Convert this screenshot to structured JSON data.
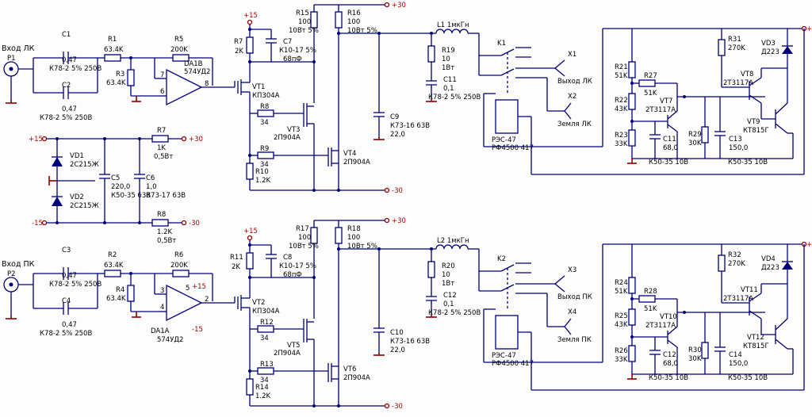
{
  "colors": {
    "wire": "#00007a",
    "ground": "#8b0000",
    "background": "#fdfdfd"
  },
  "top": {
    "input": {
      "label": "Вход ЛК",
      "connector": "P1"
    },
    "c1": [
      "C1",
      "0,47",
      "К78-2 5% 250В"
    ],
    "c2": [
      "C2",
      "0,47",
      "К78-2 5% 250В"
    ],
    "r1": [
      "R1",
      "63.4K"
    ],
    "r3": [
      "R3",
      "63.4K"
    ],
    "r5": [
      "R5",
      "200K"
    ],
    "opamp": [
      "DA1B",
      "574УД2"
    ],
    "pins": [
      "7",
      "6",
      "8"
    ],
    "r7": [
      "R7",
      "2K"
    ],
    "c7": [
      "C7",
      "К10-17 5%",
      "68пФ"
    ],
    "r15": [
      "R15",
      "100",
      "10Вт 5%"
    ],
    "r16": [
      "R16",
      "100",
      "10Вт 5%"
    ],
    "vt1": [
      "VT1",
      "КП304А"
    ],
    "r8": [
      "R8",
      "34"
    ],
    "vt3": [
      "VT3",
      "2П904А"
    ],
    "r9": [
      "R9",
      "34"
    ],
    "vt4": [
      "VT4",
      "2П904А"
    ],
    "r10": [
      "R10",
      "1.2K"
    ],
    "c9": [
      "C9",
      "К73-16 63В",
      "22,0"
    ],
    "l1": "L1  1мкГн",
    "r19": [
      "R19",
      "10",
      "1Вт"
    ],
    "c11": [
      "C11",
      "0,1",
      "К78-2 5% 250В"
    ],
    "k": [
      "K1",
      "РЭС-47",
      "РФ4500 417"
    ],
    "x1": [
      "X1",
      "Выход ЛК"
    ],
    "x2": [
      "X2",
      "Земля ЛК"
    ],
    "r21": [
      "R21",
      "51K"
    ],
    "r22": [
      "R22",
      "43K"
    ],
    "r23": [
      "R23",
      "33K"
    ],
    "r27": [
      "R27",
      "51K"
    ],
    "vt7": [
      "VT7",
      "2Т3117А"
    ],
    "c_el": [
      "C11",
      "68,0",
      "К50-35 10В"
    ],
    "r29": [
      "R29",
      "30K"
    ],
    "c13": [
      "C13",
      "150,0",
      "К50-35 10В"
    ],
    "r31": [
      "R31",
      "270K"
    ],
    "vd": [
      "VD3",
      "Д223"
    ],
    "vt8": [
      "VT8",
      "2Т3117А"
    ],
    "vt9": [
      "VT9",
      "КТ815Г"
    ]
  },
  "bottom": {
    "input": {
      "label": "Вход ПК",
      "connector": "P2"
    },
    "c1": [
      "C3",
      "0,47",
      "К78-2 5% 250В"
    ],
    "c2": [
      "C4",
      "0,47",
      "К78-2 5% 250В"
    ],
    "r1": [
      "R2",
      "63.4K"
    ],
    "r3": [
      "R4",
      "63.4K"
    ],
    "r5": [
      "R6",
      "200K"
    ],
    "opamp": [
      "DA1A",
      "574УД2"
    ],
    "pins": [
      "3",
      "4",
      "2",
      "5",
      "+15",
      "-15"
    ],
    "r7": [
      "R11",
      "2K"
    ],
    "c7": [
      "C8",
      "К10-17 5%",
      "68пФ"
    ],
    "r15": [
      "R17",
      "100",
      "10Вт 5%"
    ],
    "r16": [
      "R18",
      "100",
      "10Вт 5%"
    ],
    "vt1": [
      "VT2",
      "КП304А"
    ],
    "r8": [
      "R12",
      "34"
    ],
    "vt3": [
      "VT5",
      "2П904А"
    ],
    "r9": [
      "R13",
      "34"
    ],
    "vt4": [
      "VT6",
      "2П904А"
    ],
    "r10": [
      "R14",
      "1.2K"
    ],
    "c9": [
      "C10",
      "К73-16 63В",
      "22,0"
    ],
    "l1": "L2  1мкГн",
    "r19": [
      "R20",
      "10",
      "1Вт"
    ],
    "c11": [
      "C12",
      "0,1",
      "К78-2 5% 250В"
    ],
    "k": [
      "K2",
      "РЭС-47",
      "РФ4500 417"
    ],
    "x1": [
      "X3",
      "Выход ПК"
    ],
    "x2": [
      "X4",
      "Земля ПК"
    ],
    "r21": [
      "R24",
      "51K"
    ],
    "r22": [
      "R25",
      "43K"
    ],
    "r23": [
      "R26",
      "33K"
    ],
    "r27": [
      "R28",
      "51K"
    ],
    "vt7": [
      "VT10",
      "2Т3117А"
    ],
    "c_el": [
      "C12",
      "68,0",
      "К50-35 10В"
    ],
    "r29": [
      "R30",
      "30K"
    ],
    "c13": [
      "C14",
      "150,0",
      "К50-35 10В"
    ],
    "r31": [
      "R32",
      "270K"
    ],
    "vd": [
      "VD4",
      "Д223"
    ],
    "vt8": [
      "VT11",
      "2Т3117А"
    ],
    "vt9": [
      "VT12",
      "КТ815Г"
    ]
  },
  "supply": {
    "p15": "+15",
    "m15": "-15",
    "p30": "+30",
    "m30": "-30",
    "vd1": [
      "VD1",
      "2С215Ж"
    ],
    "vd2": [
      "VD2",
      "2С215Ж"
    ],
    "c5": [
      "C5",
      "220,0",
      "К50-35 63В"
    ],
    "c6": [
      "C6",
      "1,0",
      "К73-17 63В"
    ],
    "r7": [
      "R7",
      "1K",
      "0,5Вт"
    ],
    "r8": [
      "R8",
      "1.2K",
      "0,5Вт"
    ]
  }
}
